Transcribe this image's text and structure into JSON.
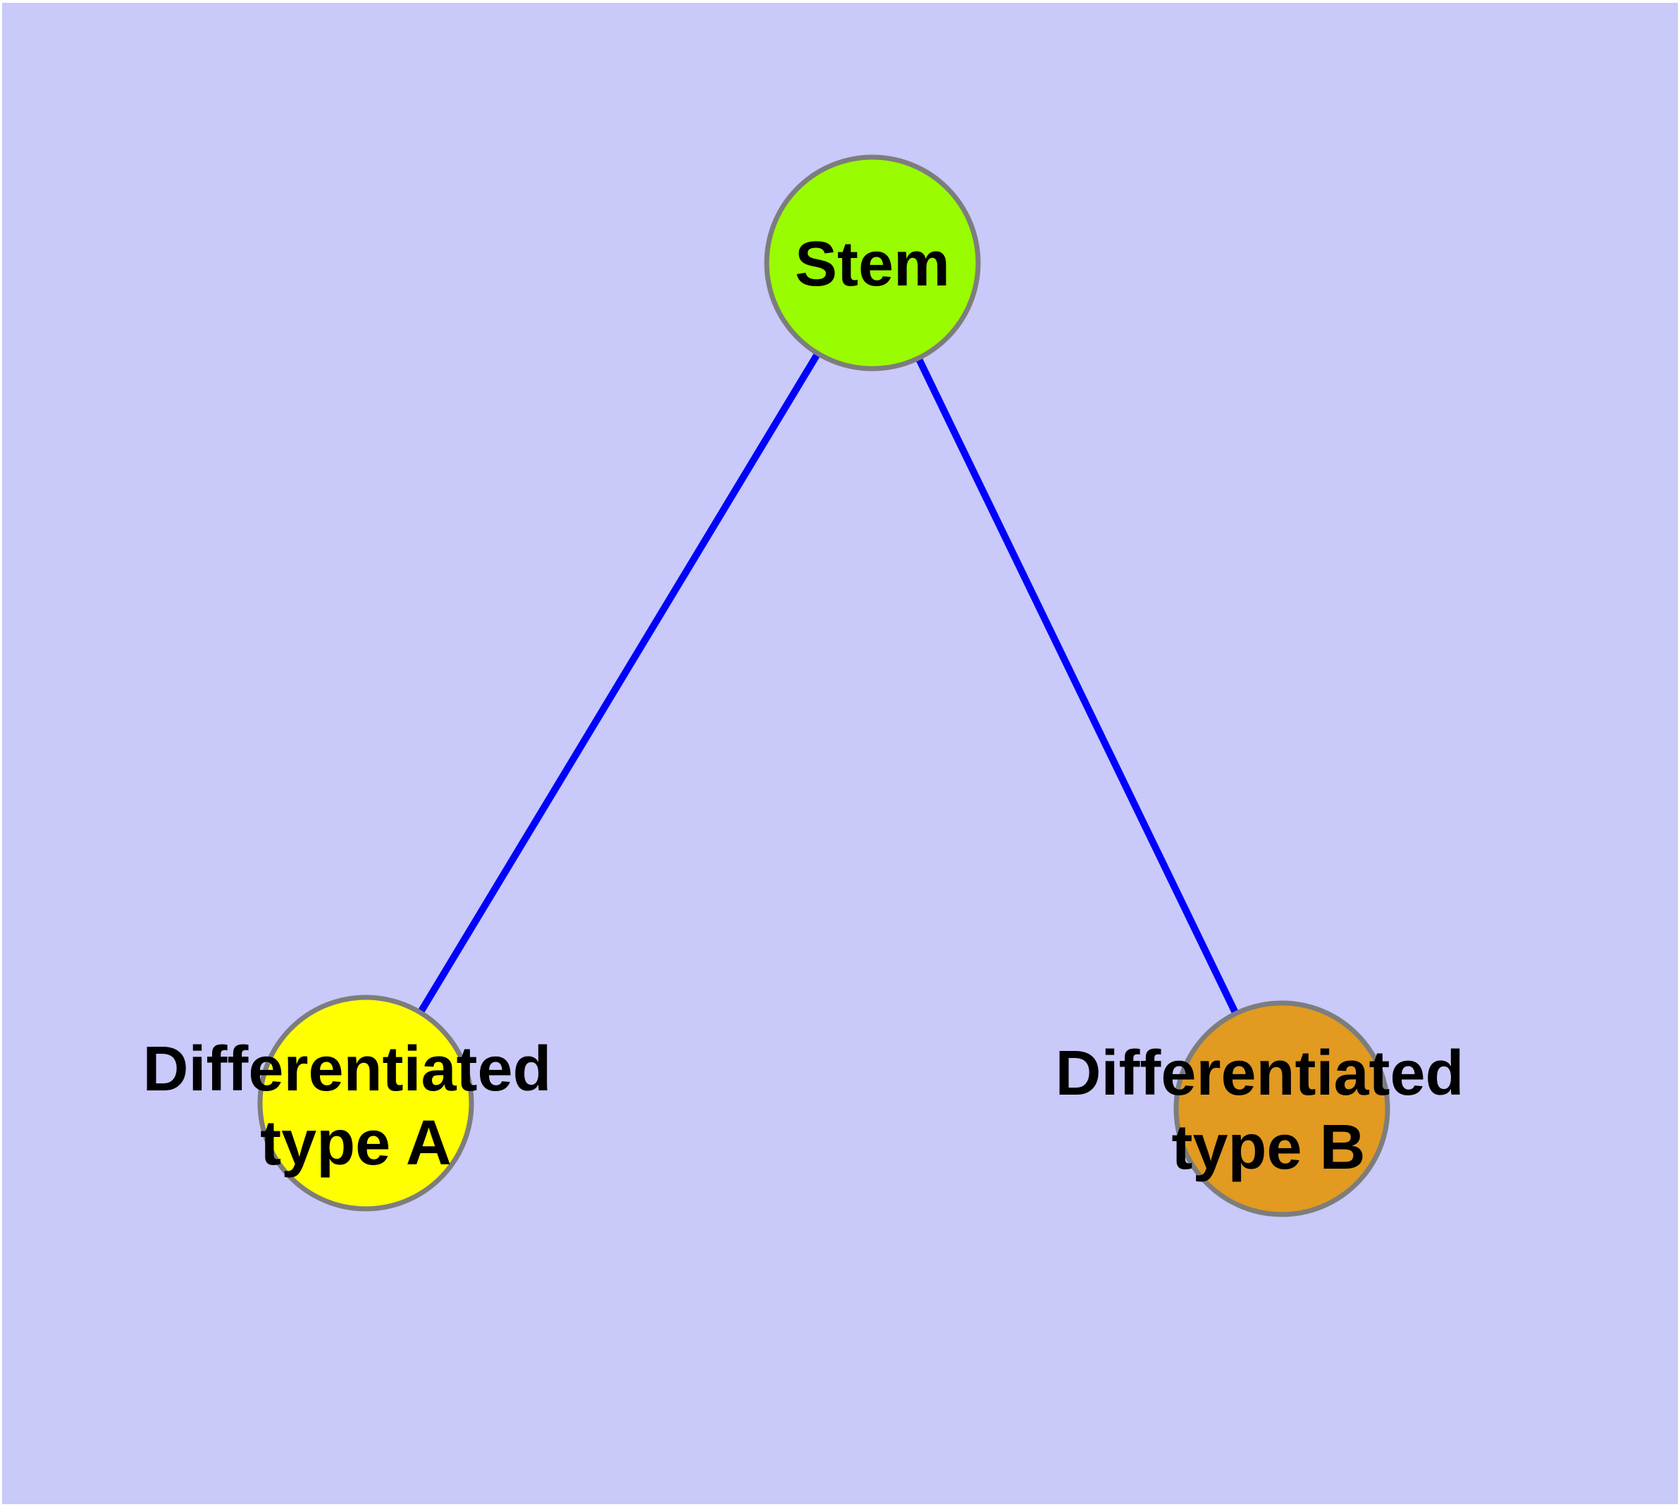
{
  "diagram": {
    "background_color": "#C9C9FA",
    "frame_color": "#FFFFFF",
    "edge_color": "#0000FF",
    "node_border_color": "#7D7D7D",
    "nodes": [
      {
        "id": "stem",
        "label": "Stem",
        "color": "#99FC00"
      },
      {
        "id": "differentiated-type-a",
        "label_line1": "Differentiated",
        "label_line2": "type A",
        "color": "#FFFF00"
      },
      {
        "id": "differentiated-type-b",
        "label_line1": "Differentiated",
        "label_line2": "type B",
        "color": "#E29A20"
      }
    ],
    "edges": [
      {
        "from": "Stem",
        "to": "Differentiated type A"
      },
      {
        "from": "Stem",
        "to": "Differentiated type B"
      }
    ]
  }
}
